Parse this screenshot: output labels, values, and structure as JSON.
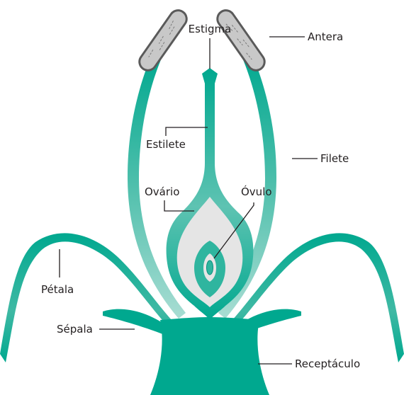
{
  "diagram": {
    "labels": {
      "estigma": "Estigma",
      "antera": "Antera",
      "estilete": "Estilete",
      "filete": "Filete",
      "ovario": "Ovário",
      "ovulo": "Óvulo",
      "petala": "Pétala",
      "sepala": "Sépala",
      "receptaculo": "Receptáculo"
    },
    "colors": {
      "tissue_dark": "#00a88f",
      "tissue_light": "#8fd3c6",
      "ovary_cavity": "#e5e5e5",
      "anther": "#c8c8c8",
      "outline": "#5a5a5a",
      "text": "#231f20"
    }
  }
}
